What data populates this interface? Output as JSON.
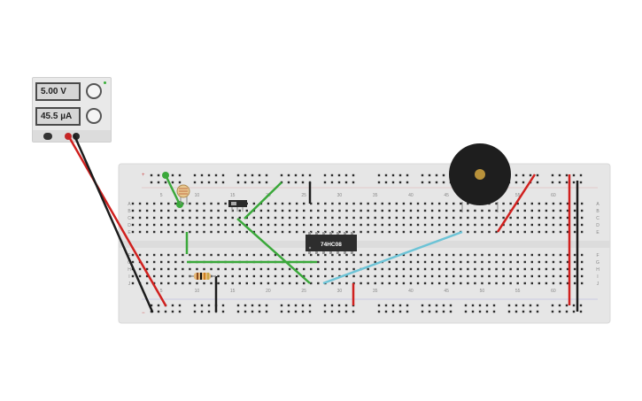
{
  "power_supply": {
    "voltage_display": "5.00 V",
    "current_display": "45.5 µA",
    "switch_label": "on",
    "voltage_knob_icon": "knob-icon",
    "current_knob_icon": "knob-icon"
  },
  "breadboard": {
    "column_labels": [
      "5",
      "10",
      "15",
      "20",
      "25",
      "30",
      "35",
      "40",
      "45",
      "50",
      "55",
      "60"
    ],
    "row_labels_top": [
      "A",
      "B",
      "C",
      "D",
      "E"
    ],
    "row_labels_bottom": [
      "F",
      "G",
      "H",
      "I",
      "J"
    ],
    "rail_plus": "+",
    "rail_minus": "−"
  },
  "chip": {
    "label": "74HC08"
  },
  "colors": {
    "board": "#e8e8e8",
    "hole": "#2b2b2b",
    "wire_red": "#d0201e",
    "wire_black": "#1c1c1c",
    "wire_green": "#3aa83a",
    "wire_blue": "#6cc3d6",
    "buzzer": "#1e1e1e",
    "chip": "#2d2d2d"
  }
}
